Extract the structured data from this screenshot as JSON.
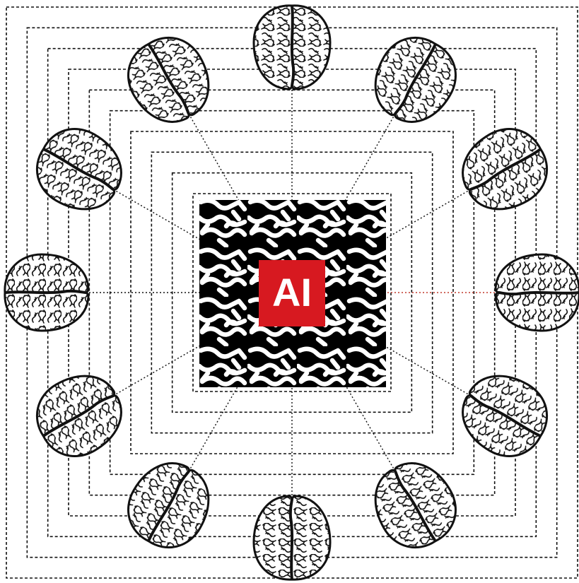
{
  "center_badge": {
    "label": "AI",
    "background": "#d71920",
    "text_color": "#ffffff"
  },
  "colors": {
    "ink": "#111111",
    "paper": "#ffffff",
    "accent_lines": "#c0392b"
  },
  "illustration": {
    "icon": "brain-icon",
    "brain_count": 12,
    "nested_frame_count": 10,
    "frame_style": "dashed",
    "connector_style": "dotted"
  }
}
